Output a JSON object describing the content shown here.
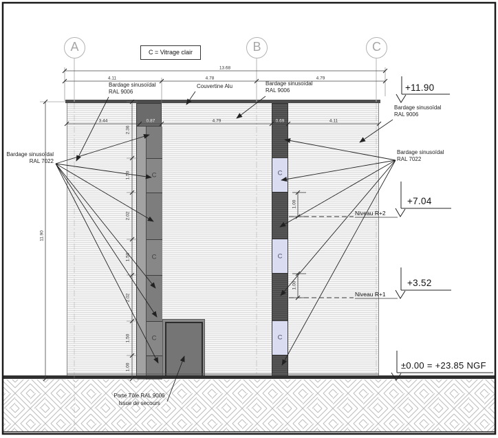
{
  "legend": {
    "text": "C = Vitrage clair"
  },
  "grid": {
    "a": "A",
    "b": "B",
    "c": "C"
  },
  "glazing": {
    "letter": "C"
  },
  "levels": {
    "roof": "+11.90",
    "r2": "+7.04",
    "r2_name": "Niveau R+2",
    "r1": "+3.52",
    "r1_name": "Niveau R+1",
    "ground": "±0.00 = +23.85 NGF"
  },
  "dims": {
    "total_w": "13.68",
    "seg1": "4.11",
    "seg2": "4.78",
    "seg3": "4.79",
    "in1": "3.44",
    "in2": "0.87",
    "in3": "4.79",
    "in4": "0.69",
    "in5": "4.11",
    "total_h": "11.90",
    "v1": "2.36",
    "v2": "1.50",
    "v3": "2.02",
    "v4": "1.50",
    "v5": "2.02",
    "v6": "1.50",
    "v7": "1.00",
    "s1": "1.00",
    "s2": "1.00"
  },
  "ann": {
    "bardage": "Bardage sinusoïdal",
    "ral9006": "RAL 9006",
    "ral7022": "RAL 7022",
    "couvertine": "Couvertine Alu",
    "porte1": "Porte Tôle RAL 9006",
    "porte2": "Issue de secours"
  },
  "colors": {
    "panel_dark": "#575757",
    "glazing_panel": "#dadcf2",
    "strip_gray": "#7d7d7d",
    "door": "#757575",
    "ink": "#1a1a1a"
  }
}
